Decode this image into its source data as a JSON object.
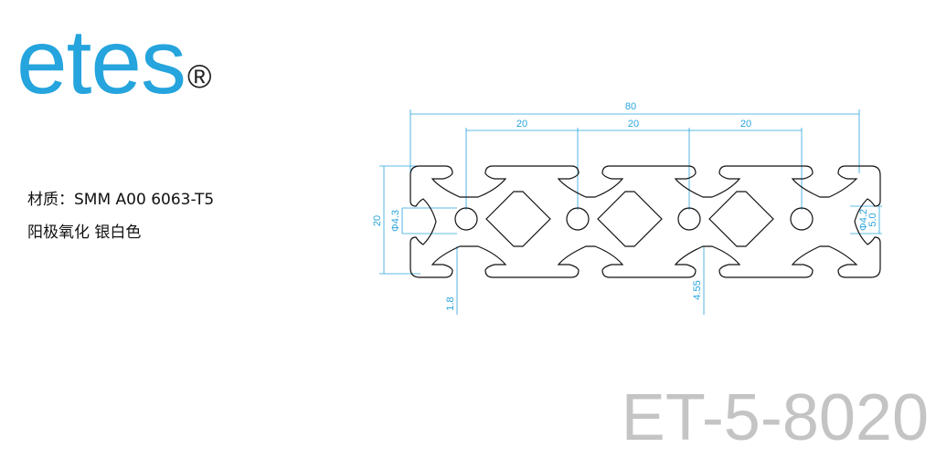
{
  "brand": {
    "name": "etes",
    "registered": "®"
  },
  "specs": {
    "material": "材质：SMM A00 6063-T5",
    "finish": "阳极氧化 银白色"
  },
  "model": "ET-5-8020",
  "dimensions": {
    "overall_width": "80",
    "pitch": "20",
    "height": "20",
    "center_hole": "Φ4.3",
    "slot_opening": "Φ4.2",
    "slot_width": "5.0",
    "wall": "1.8",
    "groove_depth": "4.55"
  },
  "colors": {
    "brand": "#25a4dd",
    "dimension_lines": "#2aa4dc",
    "model_text": "#c4c4c4"
  }
}
